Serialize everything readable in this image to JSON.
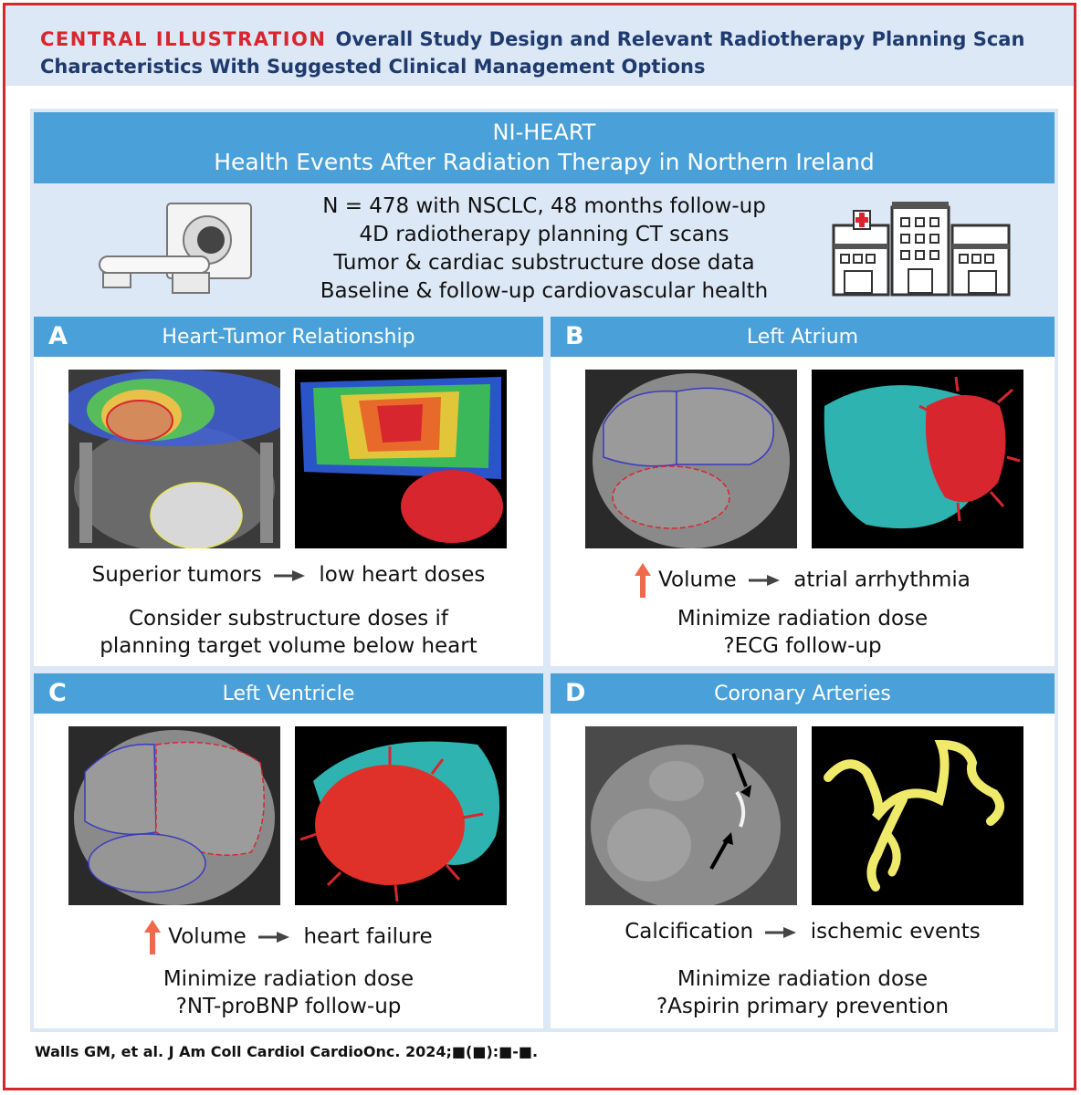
{
  "header": {
    "label": "CENTRAL ILLUSTRATION",
    "title_line1": "Overall Study Design and Relevant Radiotherapy Planning Scan",
    "title_line2": "Characteristics With Suggested Clinical Management Options"
  },
  "banner": {
    "line1": "NI-HEART",
    "line2": "Health Events After Radiation Therapy in Northern Ireland"
  },
  "study": {
    "lines": [
      "N = 478 with NSCLC, 48 months follow-up",
      "4D radiotherapy planning CT scans",
      "Tumor & cardiac substructure dose data",
      "Baseline & follow-up cardiovascular health"
    ]
  },
  "icons": {
    "left": "ct-scanner-icon",
    "right": "hospital-icon"
  },
  "panels": {
    "a": {
      "letter": "A",
      "title": "Heart-Tumor Relationship",
      "caption_left": "Superior tumors",
      "caption_right": "low heart doses",
      "sub1": "Consider substructure doses if",
      "sub2": "planning target volume below heart"
    },
    "b": {
      "letter": "B",
      "title": "Left Atrium",
      "caption_left": "Volume",
      "caption_right": "atrial arrhythmia",
      "sub1": "Minimize radiation dose",
      "sub2": "?ECG follow-up"
    },
    "c": {
      "letter": "C",
      "title": "Left Ventricle",
      "caption_left": "Volume",
      "caption_right": "heart failure",
      "sub1": "Minimize radiation dose",
      "sub2": "?NT-proBNP follow-up"
    },
    "d": {
      "letter": "D",
      "title": "Coronary Arteries",
      "caption_left": "Calcification",
      "caption_right": "ischemic events",
      "sub1": "Minimize radiation dose",
      "sub2": "?Aspirin primary prevention"
    }
  },
  "citation": "Walls GM, et al. J Am Coll Cardiol CardioOnc. 2024;■(■):■-■.",
  "colors": {
    "accent_red": "#d8262f",
    "banner_blue": "#4aa0d8",
    "panel_bg": "#dce8f5",
    "title_navy": "#1e3a6e"
  }
}
